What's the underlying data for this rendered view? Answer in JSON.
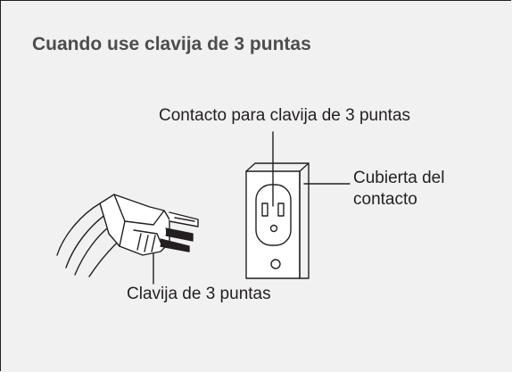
{
  "title": "Cuando use clavija de 3 puntas",
  "labels": {
    "outlet": "Contacto para clavija de 3 puntas",
    "cover_line1": "Cubierta del",
    "cover_line2": "contacto",
    "plug": "Clavija de 3 puntas"
  },
  "colors": {
    "background": "#f1f1f1",
    "title": "#4d4d4d",
    "ink": "#231f20"
  }
}
